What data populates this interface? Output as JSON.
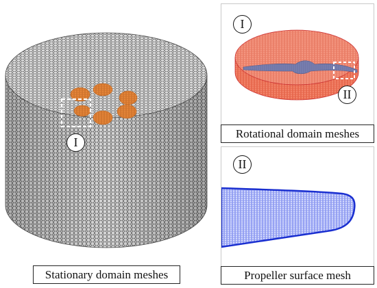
{
  "panels": {
    "stationary": {
      "caption": "Stationary domain meshes",
      "marker": "I"
    },
    "rotational": {
      "caption": "Rotational domain meshes",
      "marker_top": "I",
      "marker_detail": "II"
    },
    "propeller": {
      "caption": "Propeller surface mesh",
      "marker": "II"
    }
  },
  "colors": {
    "stationary_mesh": "#8a8a8a",
    "impeller_footprint": "#e8883a",
    "rotational_mesh": "#f2745c",
    "blade_surface": "#8a8fb0",
    "propeller_mesh": "#2a40e0",
    "dashed_box": "#ffffff"
  }
}
